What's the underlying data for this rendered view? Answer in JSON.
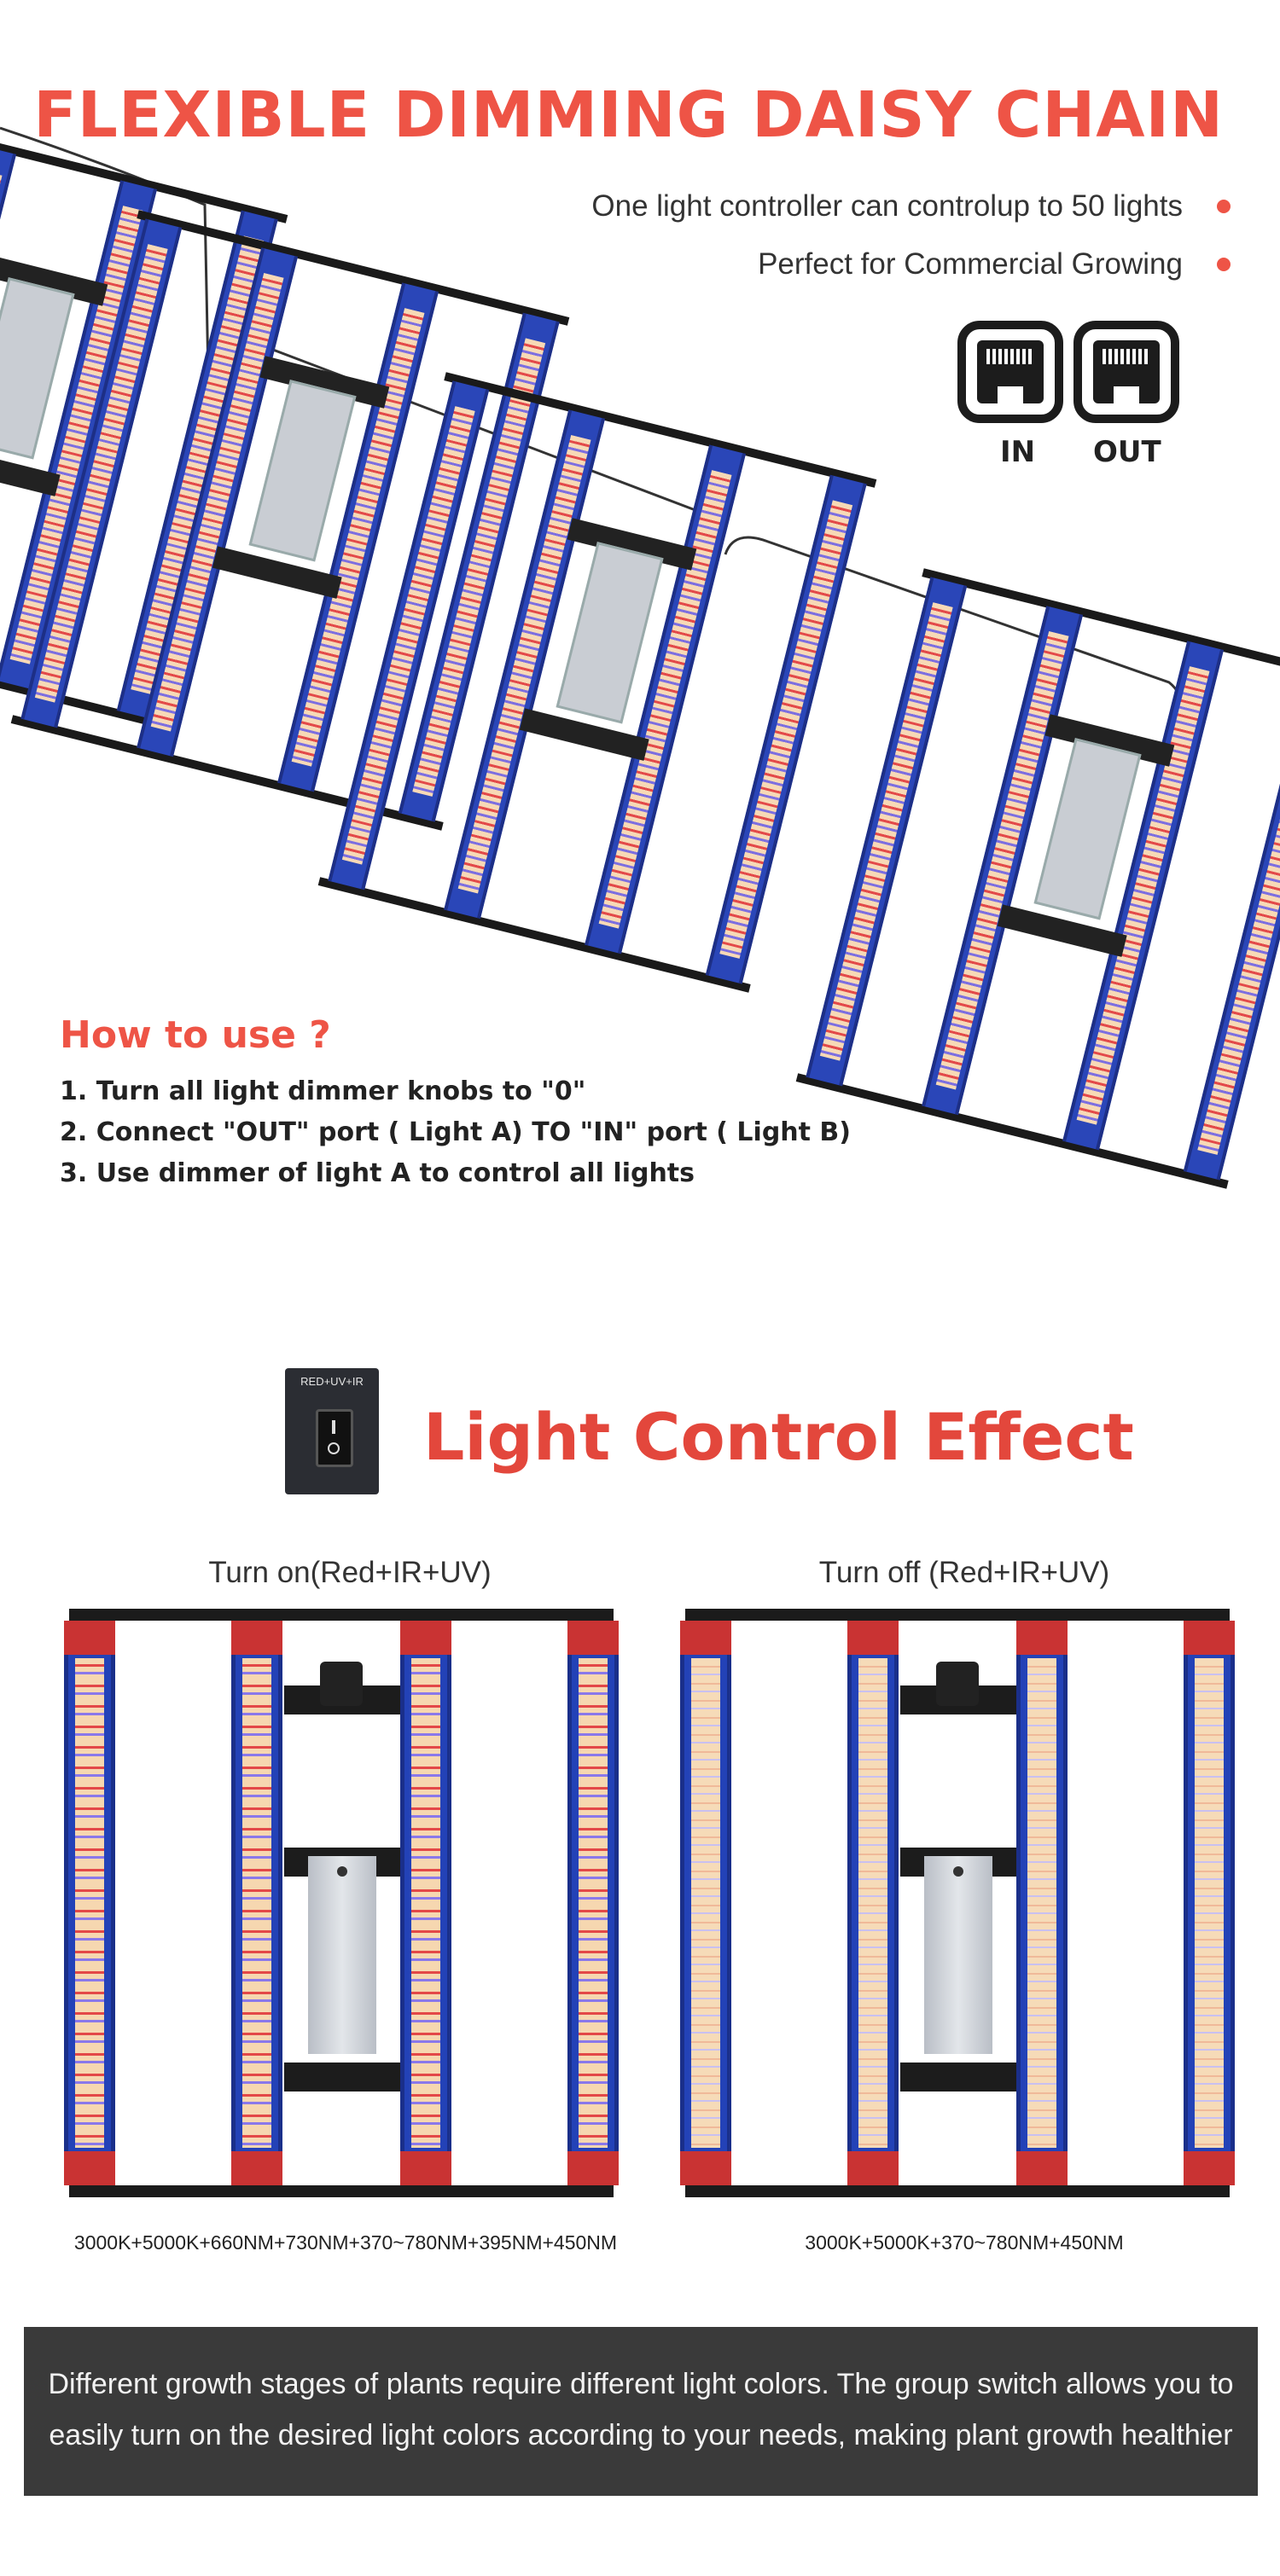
{
  "header": {
    "title": "FLEXIBLE DIMMING DAISY CHAIN",
    "features": [
      "One light controller can controlup to 50 lights",
      "Perfect for Commercial Growing"
    ],
    "ports": {
      "in_label": "IN",
      "out_label": "OUT"
    },
    "accent_color": "#ee5446"
  },
  "how_to_use": {
    "title": "How to use ?",
    "steps": [
      "1. Turn all light dimmer knobs to \"0\"",
      "2. Connect \"OUT\" port ( Light A) TO \"IN\" port ( Light B)",
      "3. Use dimmer of light A to control all lights"
    ]
  },
  "light_control": {
    "switch_label": "RED+UV+IR",
    "title": "Light Control Effect",
    "panels": [
      {
        "caption": "Turn on(Red+IR+UV)",
        "spec": "3000K+5000K+660NM+730NM+370~780NM+395NM+450NM"
      },
      {
        "caption": "Turn off (Red+IR+UV)",
        "spec": "3000K+5000K+370~780NM+450NM"
      }
    ]
  },
  "banner": {
    "line1": "Different growth stages of plants require different light colors. The group switch allows you to",
    "line2": "easily turn on the desired light colors according to your needs, making plant growth healthier"
  }
}
